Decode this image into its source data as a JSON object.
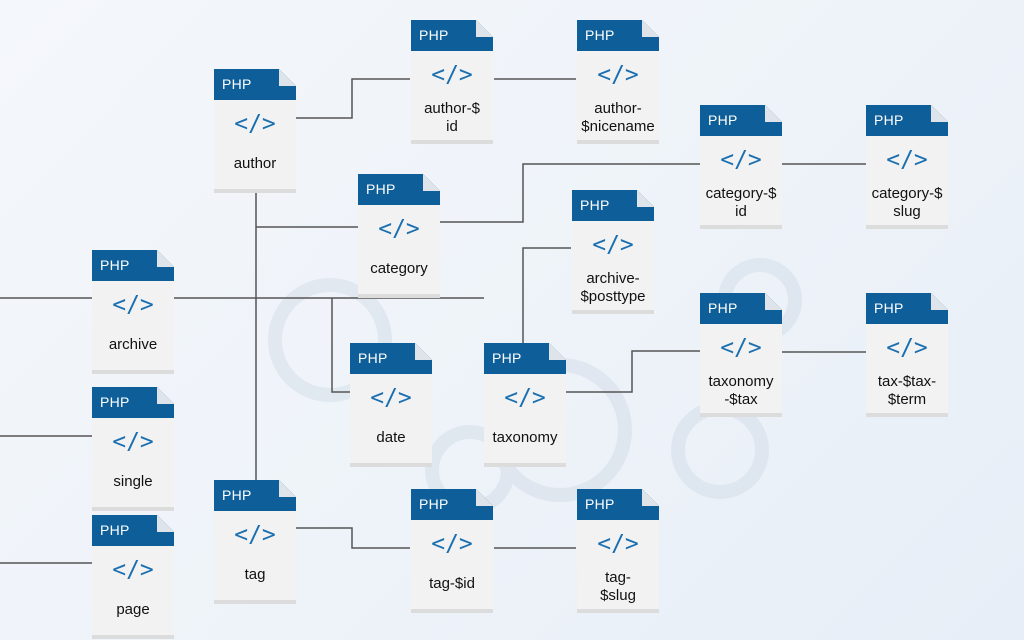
{
  "badge": "PHP",
  "code_glyph": "</>",
  "nodes": {
    "archive": [
      "archive"
    ],
    "single": [
      "single"
    ],
    "page": [
      "page"
    ],
    "author": [
      "author"
    ],
    "author_id": [
      "author-$",
      "id"
    ],
    "author_nicename": [
      "author-",
      "$nicename"
    ],
    "category": [
      "category"
    ],
    "category_id": [
      "category-$",
      "id"
    ],
    "category_slug": [
      "category-$",
      "slug"
    ],
    "archive_posttype": [
      "archive-",
      "$posttype"
    ],
    "date": [
      "date"
    ],
    "taxonomy": [
      "taxonomy"
    ],
    "taxonomy_tax": [
      "taxonomy",
      "-$tax"
    ],
    "tax_term": [
      "tax-$tax-",
      "$term"
    ],
    "tag": [
      "tag"
    ],
    "tag_id": [
      "tag-$id"
    ],
    "tag_slug": [
      "tag-",
      "$slug"
    ]
  },
  "colors": {
    "header": "#0e5f99",
    "code": "#1a6fb0",
    "line": "#555555"
  }
}
